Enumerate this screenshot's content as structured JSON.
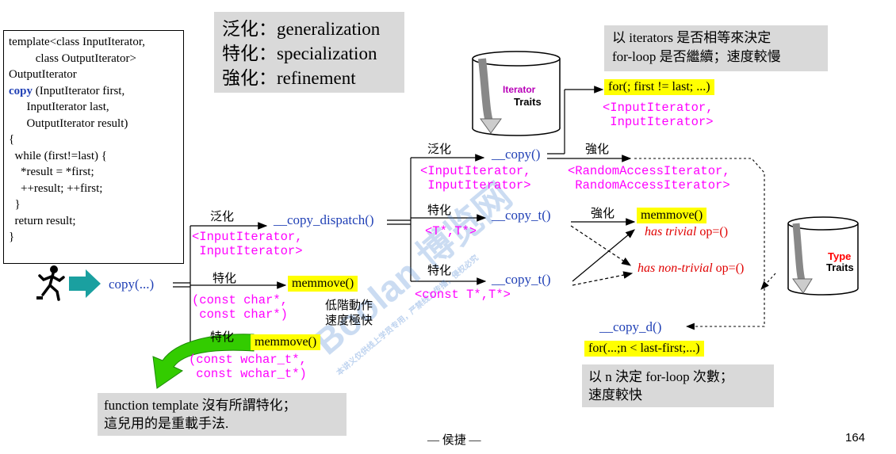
{
  "code_box": {
    "lines": [
      "template<class InputIterator,",
      "         class OutputIterator>",
      "OutputIterator",
      "copy (InputIterator first,",
      "      InputIterator last,",
      "      OutputIterator result)",
      "{",
      "  while (first!=last) {",
      "    *result = *first;",
      "    ++result; ++first;",
      "  }",
      "  return result;",
      "}"
    ],
    "keyword": "copy"
  },
  "legend": {
    "line1": "泛化：generalization",
    "line2": "特化：specialization",
    "line3": "強化：refinement"
  },
  "iterator_note": {
    "line1": "以 iterators 是否相等來決定",
    "line2": "for-loop 是否繼續；速度較慢"
  },
  "cylinders": {
    "iterator_traits": {
      "line1": "Iterator",
      "line2": "Traits"
    },
    "type_traits": {
      "line1": "Type",
      "line2": "Traits"
    }
  },
  "entry": {
    "label": "copy(...)"
  },
  "edges": {
    "dispatch_gen": "泛化",
    "char_spec": "特化",
    "wchar_spec": "特化",
    "copy_gen": "泛化",
    "copy_t_spec1": "特化",
    "copy_t_spec2": "特化",
    "refine": "強化",
    "memmove_refine": "強化"
  },
  "nodes": {
    "copy_dispatch": {
      "label": "__copy_dispatch()",
      "tpl1": "<InputIterator,",
      "tpl2": " InputIterator>"
    },
    "memmove_char": {
      "label": "memmove()",
      "tpl1": "(const char*,",
      "tpl2": " const char*)"
    },
    "low_level": {
      "line1": "低階動作",
      "line2": "速度極快"
    },
    "memmove_wchar": {
      "label": "memmove()",
      "tpl1": "(const wchar_t*,",
      "tpl2": " const wchar_t*)"
    },
    "copy_inner": {
      "label": "__copy()",
      "tpl1": "<InputIterator,",
      "tpl2": " InputIterator>"
    },
    "copy_t1": {
      "label": "__copy_t()",
      "tpl": "<T*,T*>"
    },
    "copy_t2": {
      "label": "__copy_t()",
      "tpl": "<const T*,T*>"
    },
    "for_first": {
      "label": "for(; first != last; ...)",
      "tpl1": "<InputIterator,",
      "tpl2": " InputIterator>"
    },
    "random_access": {
      "tpl1": "<RandomAccessIterator,",
      "tpl2": " RandomAccessIterator>"
    },
    "memmove_trivial": {
      "label": "memmove()",
      "note_italic": "has trivial",
      "note_rest": " op=()"
    },
    "nontrivial": {
      "note_italic": "has non-trivial",
      "note_rest": " op=()"
    },
    "copy_d": {
      "label": "__copy_d()",
      "for_label": "for(...;n < last-first;...)"
    }
  },
  "fast_note": {
    "line1": "以 n 決定 for-loop 次數；",
    "line2": "速度較快"
  },
  "overload_note": {
    "line1": "function template 沒有所謂特化；",
    "line2": "這兒用的是重載手法."
  },
  "footer": {
    "author": "— 侯捷 —",
    "page": "164"
  },
  "watermark": {
    "main": "Boolan 博览网",
    "sub": "本讲义仅供线上学员专用，严禁线上传播，侵权必究"
  },
  "colors": {
    "highlight": "#ffff00",
    "note_bg": "#d9d9d9",
    "function_blue": "#1f3fb5",
    "template_magenta": "#ff00ff",
    "note_red": "#e00000",
    "arrow_teal": "#1aa0a0",
    "arrow_green": "#33cc00"
  }
}
